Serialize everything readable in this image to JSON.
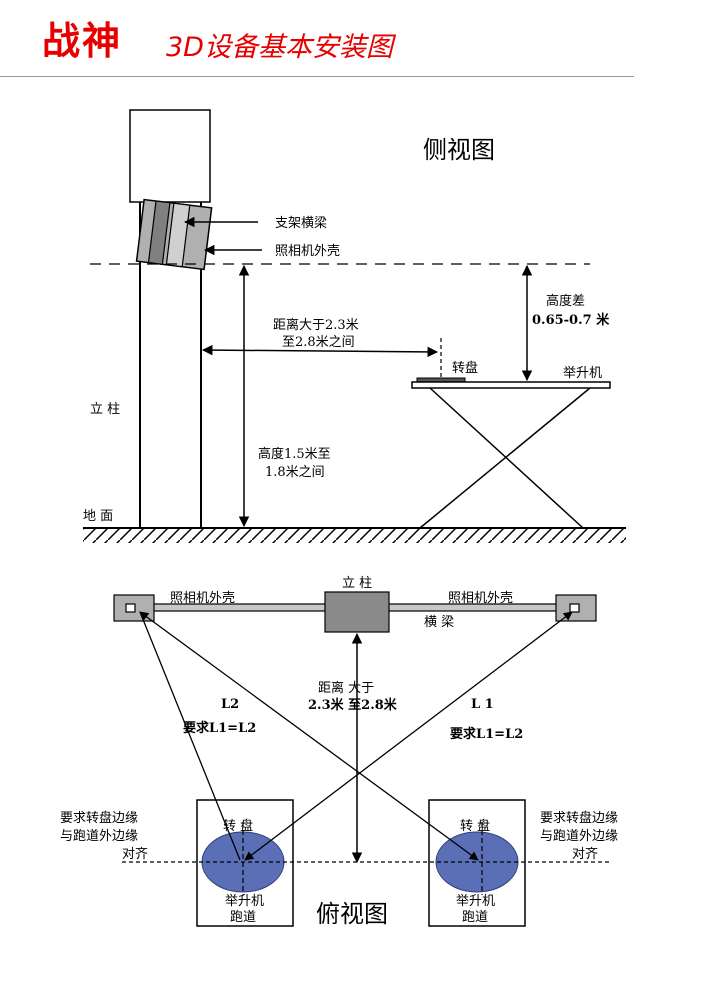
{
  "header": {
    "brand": "战神",
    "subtitle": "3D设备基本安装图"
  },
  "side_view": {
    "title": "侧视图",
    "labels": {
      "bracket_beam": "支架横梁",
      "camera_shell": "照相机外壳",
      "height_diff_title": "高度差",
      "height_diff_value": "0.65-0.7 米",
      "distance_line1": "距离大于2.3米",
      "distance_line2": "至2.8米之间",
      "turntable": "转盘",
      "lift": "举升机",
      "column": "立 柱",
      "height_line1": "高度1.5米至",
      "height_line2": "1.8米之间",
      "ground": "地  面"
    }
  },
  "top_view": {
    "title": "俯视图",
    "labels": {
      "column": "立 柱",
      "camera_shell_left": "照相机外壳",
      "camera_shell_right": "照相机外壳",
      "beam": "横 梁",
      "l2": "L2",
      "l1": "L 1",
      "req_left": "要求L1=L2",
      "req_right": "要求L1=L2",
      "distance_line1": "距离  大于",
      "distance_line2": "2.3米  至2.8米",
      "align_left_1": "要求转盘边缘",
      "align_left_2": "与跑道外边缘",
      "align_left_3": "对齐",
      "align_right_1": "要求转盘边缘",
      "align_right_2": "与跑道外边缘",
      "align_right_3": "对齐",
      "turntable_left": "转 盘",
      "turntable_right": "转 盘",
      "lift_runway_left_1": "举升机",
      "lift_runway_left_2": "跑道",
      "lift_runway_right_1": "举升机",
      "lift_runway_right_2": "跑道"
    }
  },
  "colors": {
    "brand_red": "#e60000",
    "turntable_fill": "#5a6fb6",
    "column_fill": "#8a8a8a",
    "shell_fill": "#b0b0b0"
  }
}
